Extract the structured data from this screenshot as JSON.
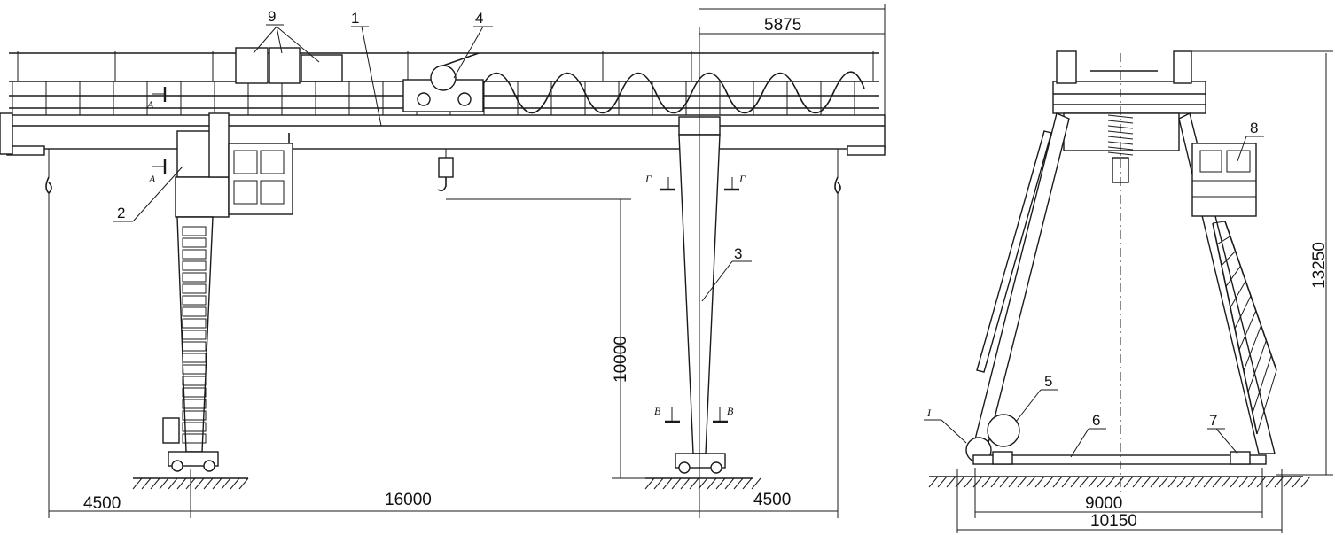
{
  "drawing": {
    "front_view": {
      "dimensions": {
        "overhang_left": "4500",
        "span": "16000",
        "overhang_right": "4500",
        "right_cantilever": "5875",
        "lift_height": "10000"
      },
      "callouts": {
        "girder": "1",
        "rigid_leg": "2",
        "flexible_leg": "3",
        "trolley": "4",
        "electrical_cabinets": "9"
      },
      "section_marks": {
        "a_top": "A",
        "a_bottom": "A",
        "g_left": "Г",
        "g_right": "Г",
        "v_left": "В",
        "v_right": "В"
      }
    },
    "side_view": {
      "dimensions": {
        "total_height": "13250",
        "track_gauge": "9000",
        "overall_width": "10150"
      },
      "callouts": {
        "travel_wheel": "5",
        "tie_beam": "6",
        "rail_clamp": "7",
        "operator_cab": "8"
      },
      "detail_mark": "I"
    }
  }
}
